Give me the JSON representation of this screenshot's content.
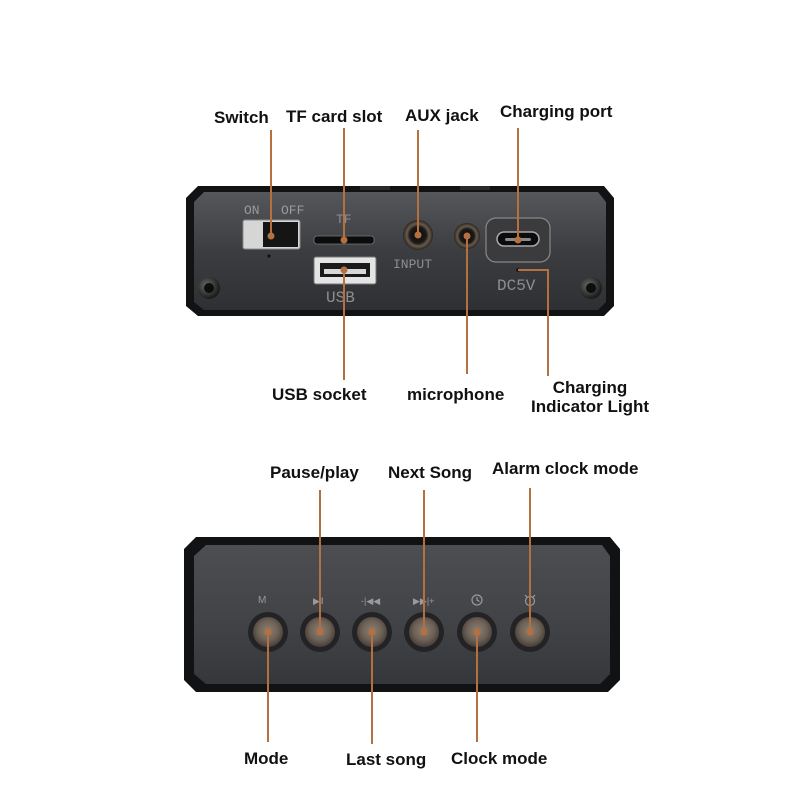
{
  "top_panel": {
    "labels": {
      "switch": "Switch",
      "tf_card_slot": "TF card slot",
      "aux_jack": "AUX jack",
      "charging_port": "Charging port",
      "usb_socket": "USB socket",
      "microphone": "microphone",
      "charging_indicator_line1": "Charging",
      "charging_indicator_line2": "Indicator Light"
    },
    "printed": {
      "on": "ON",
      "off": "OFF",
      "tf": "TF",
      "input": "INPUT",
      "usb": "USB",
      "dc5v": "DC5V"
    }
  },
  "bottom_panel": {
    "labels": {
      "pause_play": "Pause/play",
      "next_song": "Next Song",
      "alarm_clock_mode": "Alarm clock mode",
      "mode": "Mode",
      "last_song": "Last song",
      "clock_mode": "Clock mode"
    },
    "printed": {
      "m": "M",
      "play_pause": "▶‖",
      "prev": "-|◀◀",
      "next": "▶▶|+"
    }
  },
  "colors": {
    "leader": "#b5703f",
    "panel_dark": "#1c1c1e",
    "panel_face": "#3a3c40",
    "panel_face_light": "#5a5c60",
    "button_ring": "#2a2a2c",
    "button_center": "#7d6f62"
  },
  "icons": [
    "clock-icon",
    "alarm-clock-icon",
    "screw-icon",
    "usb-c-port-icon",
    "usb-a-port-icon"
  ]
}
